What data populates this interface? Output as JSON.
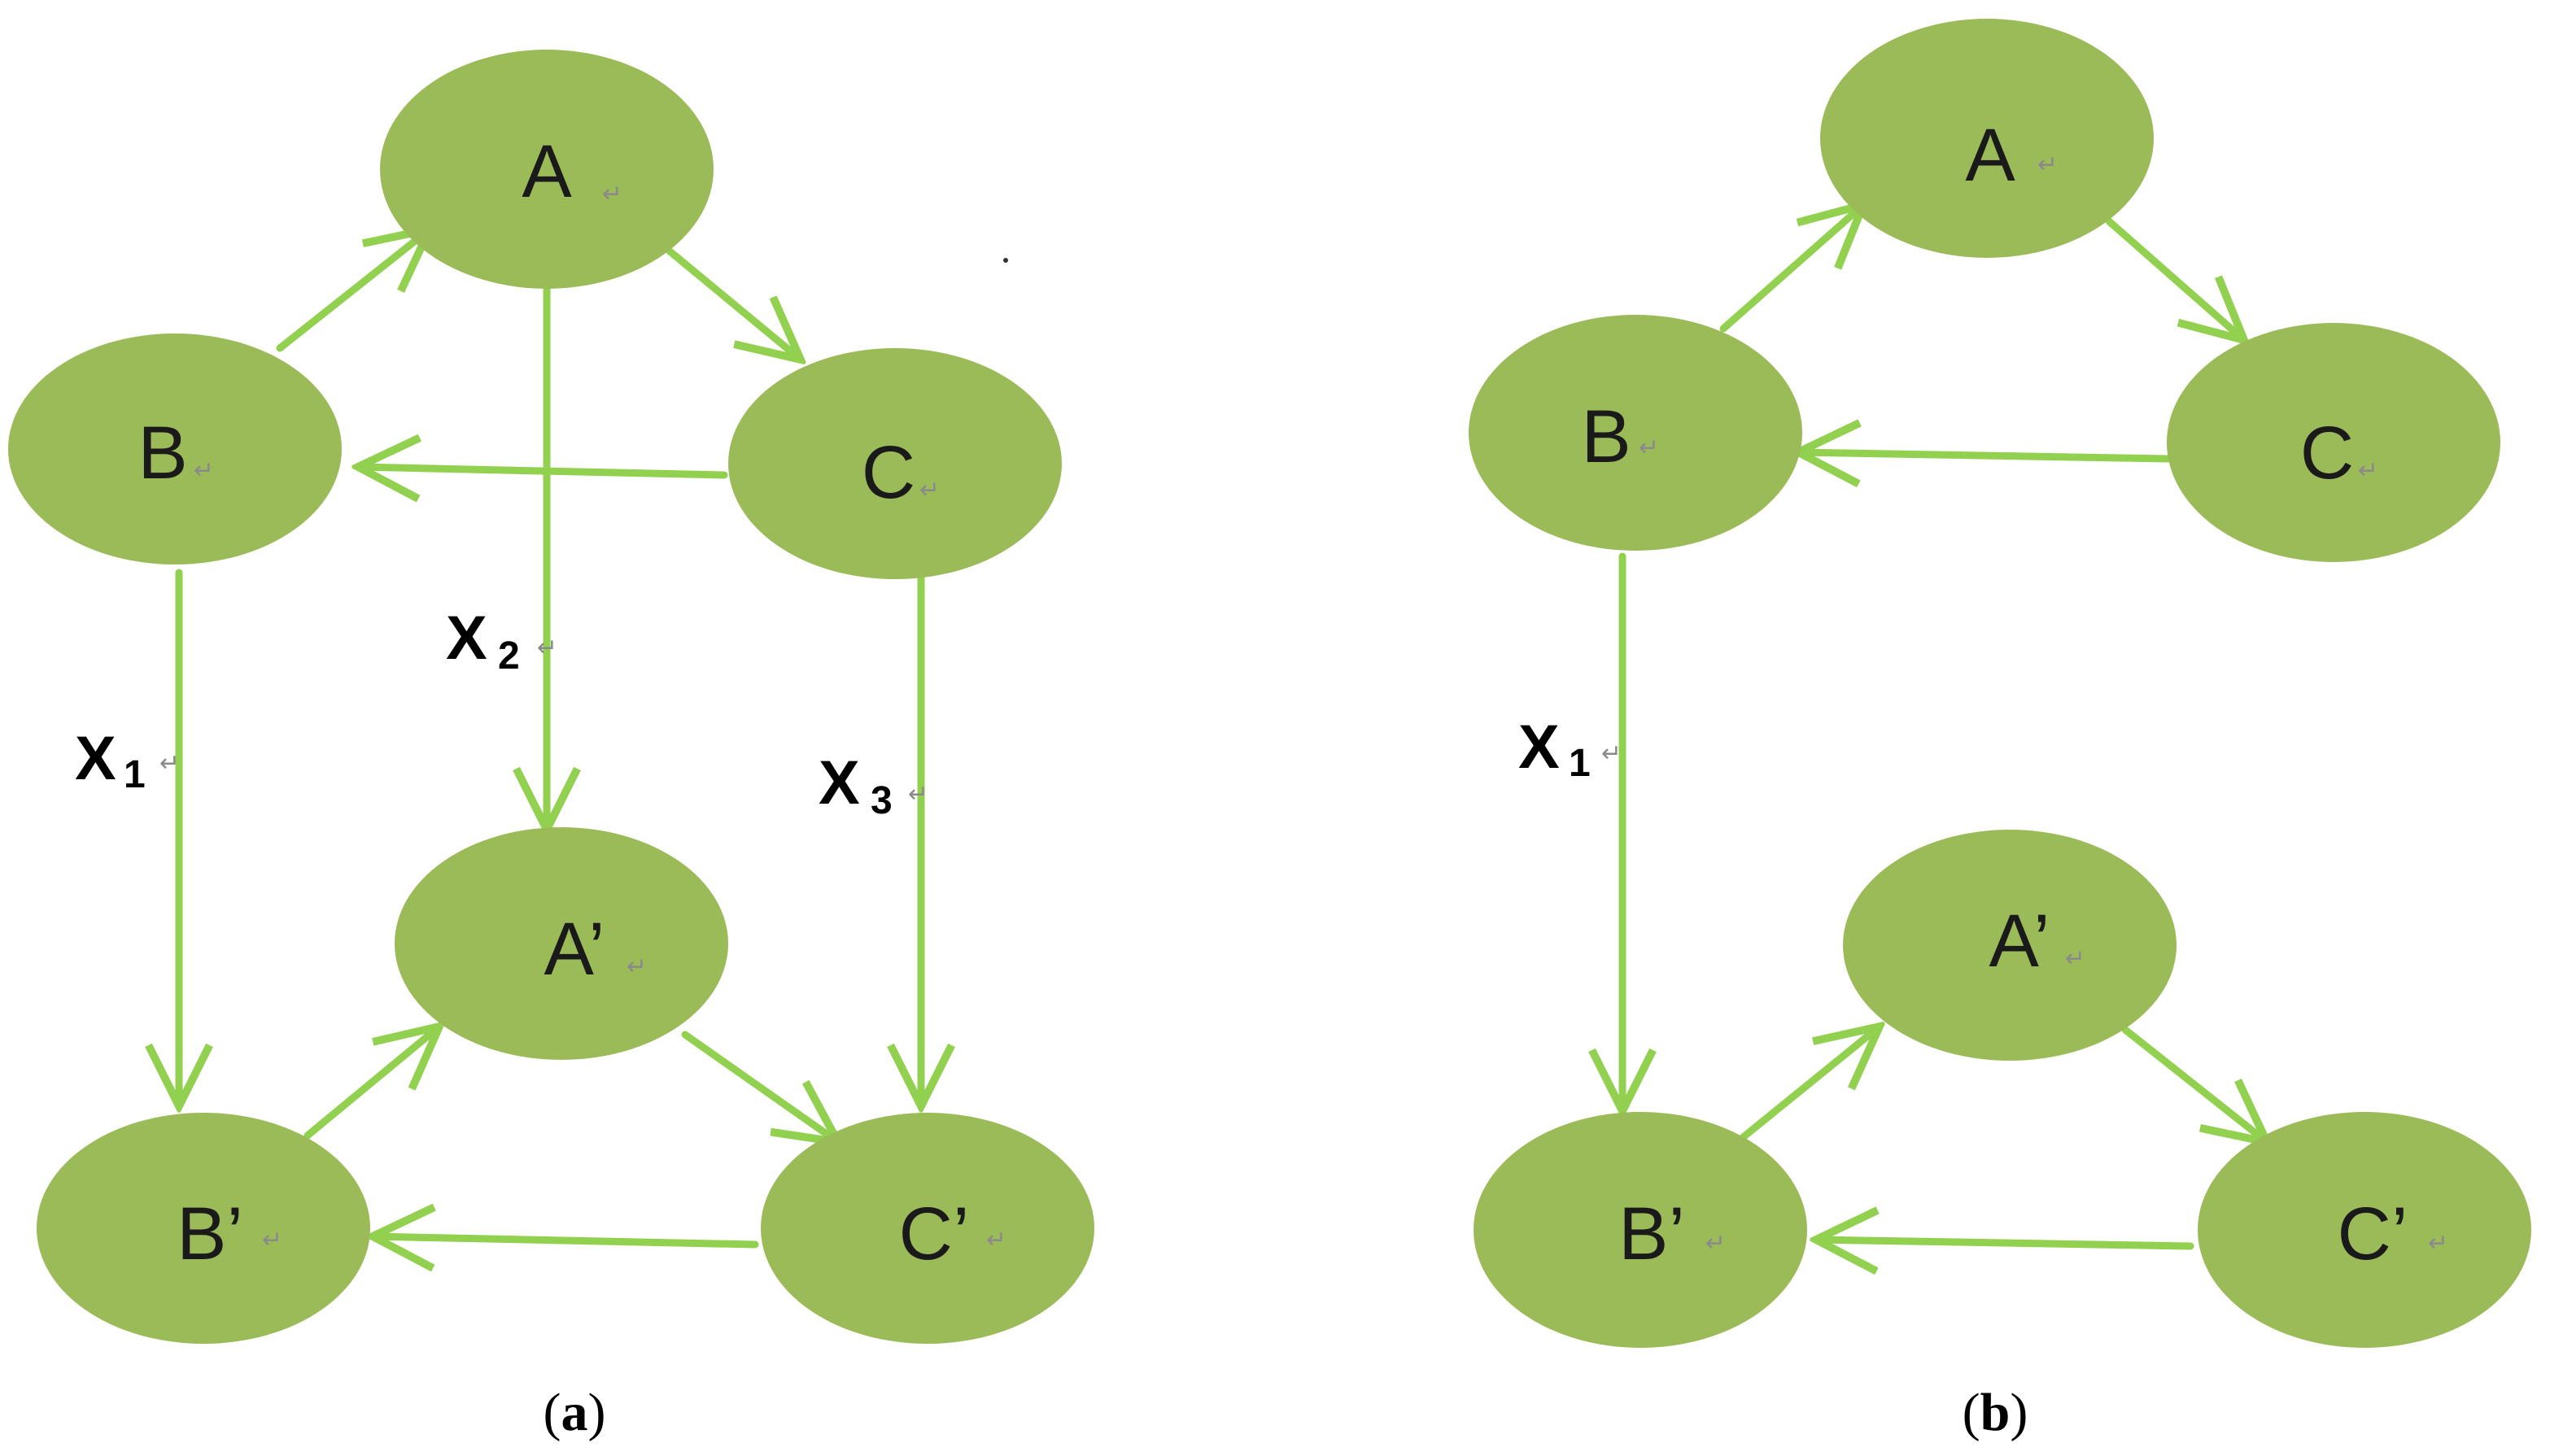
{
  "colors": {
    "node_fill": "#9bbb59",
    "edge_stroke": "#92d050",
    "text": "#1a1a1a"
  },
  "return_mark": "↵",
  "panels": [
    {
      "caption": {
        "open": "(",
        "letter": "a",
        "close": ")"
      },
      "nodes": {
        "A": "A",
        "B": "B",
        "C": "C",
        "Ap": "A’",
        "Bp": "B’",
        "Cp": "C’"
      },
      "edge_labels": {
        "x1": {
          "base": "X",
          "sub": "1"
        },
        "x2": {
          "base": "X",
          "sub": "2"
        },
        "x3": {
          "base": "X",
          "sub": "3"
        }
      }
    },
    {
      "caption": {
        "open": "(",
        "letter": "b",
        "close": ")"
      },
      "nodes": {
        "A": "A",
        "B": "B",
        "C": "C",
        "Ap": "A’",
        "Bp": "B’",
        "Cp": "C’"
      },
      "edge_labels": {
        "x1": {
          "base": "X",
          "sub": "1"
        }
      }
    }
  ]
}
